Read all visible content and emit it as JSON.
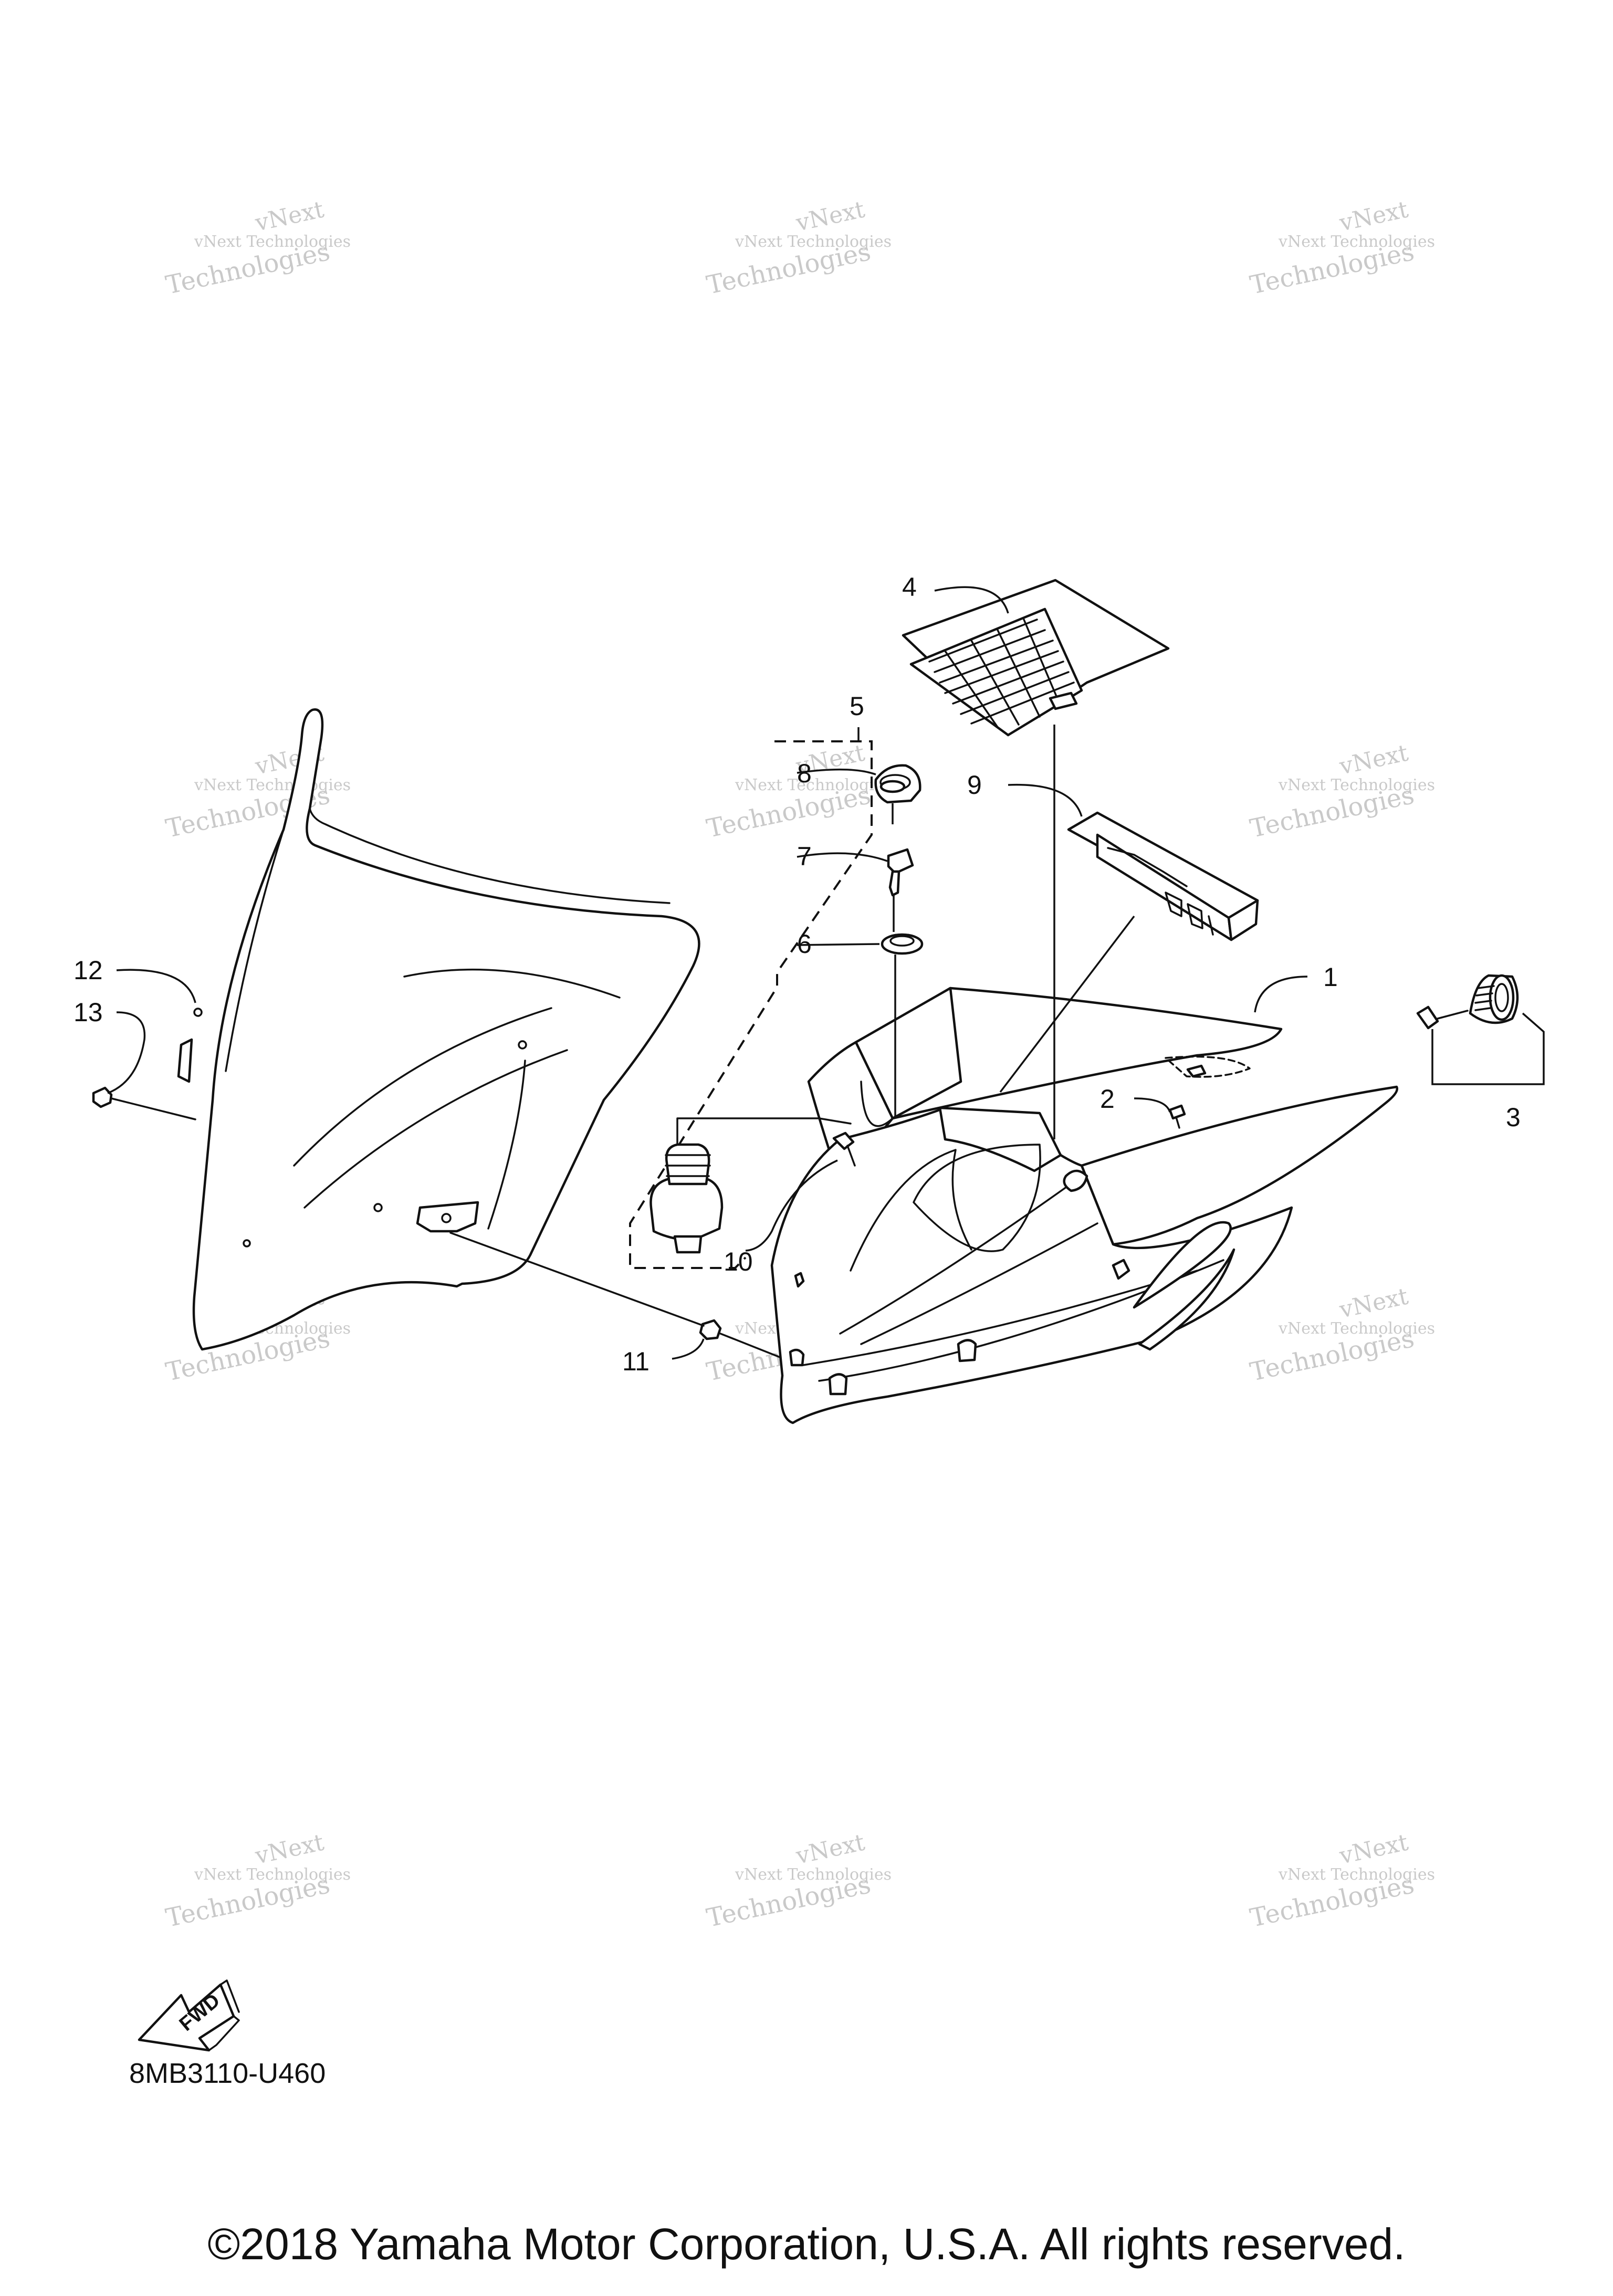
{
  "diagram": {
    "callouts": [
      "1",
      "2",
      "3",
      "4",
      "5",
      "6",
      "7",
      "8",
      "9",
      "10",
      "11",
      "12",
      "13"
    ],
    "watermark": {
      "line1": "vNext Technologies",
      "line2": "vNext",
      "line3": "Technologies"
    },
    "fwd_label": "FWD",
    "diagram_code": "8MB3110-U460",
    "copyright": "©2018 Yamaha Motor Corporation, U.S.A. All rights reserved."
  }
}
